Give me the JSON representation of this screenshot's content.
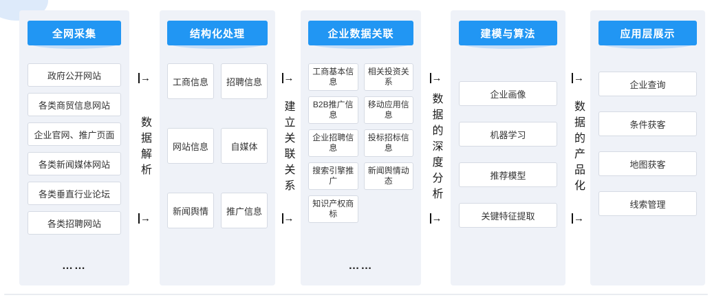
{
  "flow": {
    "arrow_glyph": "→"
  },
  "colors": {
    "header_blue": "#2196f3",
    "header_ribbon": "#c4ddf8",
    "panel_background": "#eff2f8",
    "box_border": "#d5dae3",
    "text_dark": "#333333"
  },
  "panels": [
    {
      "title": "全网采集",
      "items": [
        "政府公开网站",
        "各类商贸信息网站",
        "企业官网、推广页面",
        "各类新闻媒体网站",
        "各类垂直行业论坛",
        "各类招聘网站"
      ],
      "ellipsis": "……"
    },
    {
      "title": "结构化处理",
      "items": [
        "工商信息",
        "招聘信息",
        "网站信息",
        "自媒体",
        "新闻舆情",
        "推广信息"
      ]
    },
    {
      "title": "企业数据关联",
      "items": [
        "工商基本信息",
        "相关投资关系",
        "B2B推广信息",
        "移动应用信息",
        "企业招聘信息",
        "投标招标信息",
        "搜索引擎推广",
        "新闻舆情动态",
        "知识产权商标"
      ],
      "ellipsis": "……"
    },
    {
      "title": "建模与算法",
      "items": [
        "企业画像",
        "机器学习",
        "推荐模型",
        "关键特征提取"
      ]
    },
    {
      "title": "应用层展示",
      "items": [
        "企业查询",
        "条件获客",
        "地图获客",
        "线索管理"
      ]
    }
  ],
  "connectors": [
    {
      "label": "数据解析"
    },
    {
      "label": "建立关联关系"
    },
    {
      "label": "数据的深度分析"
    },
    {
      "label": "数据的产品化"
    }
  ]
}
